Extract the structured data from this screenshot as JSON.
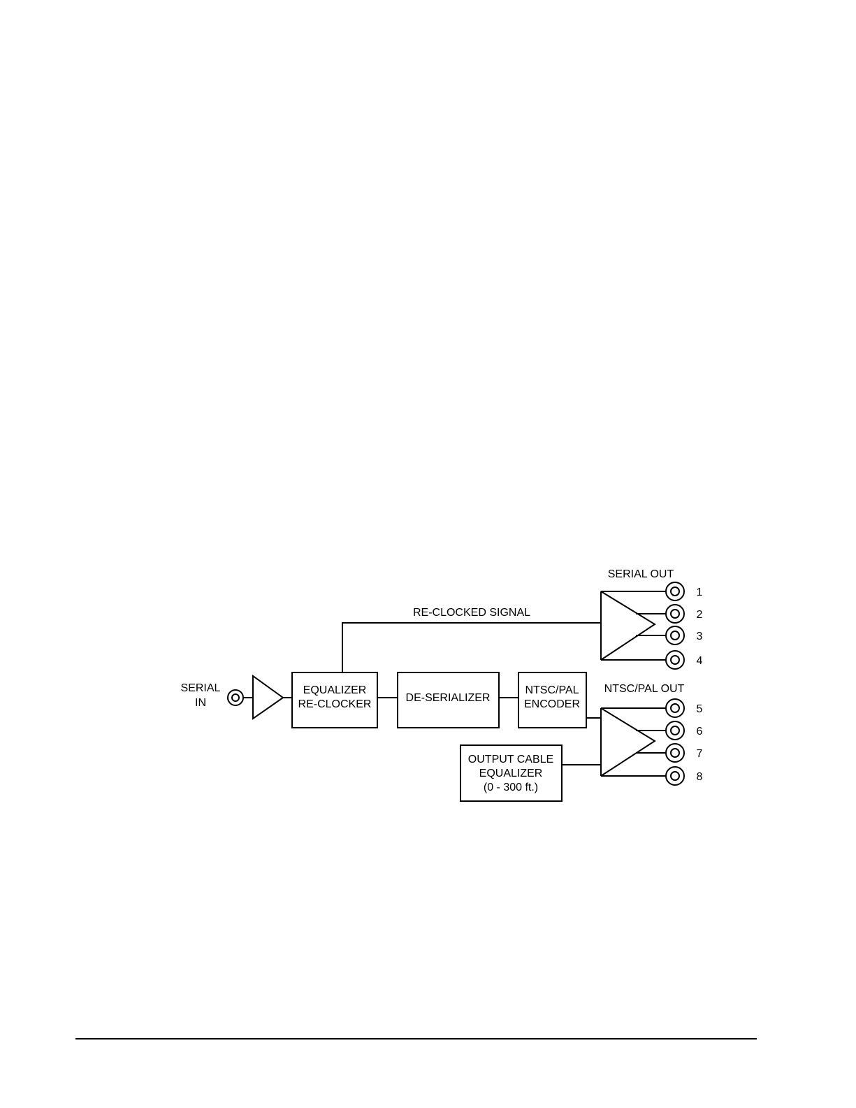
{
  "diagram": {
    "serial_in_label": [
      "SERIAL",
      "IN"
    ],
    "blocks": {
      "equalizer": [
        "EQUALIZER",
        "RE-CLOCKER"
      ],
      "deserializer": [
        "DE-SERIALIZER"
      ],
      "encoder": [
        "NTSC/PAL",
        "ENCODER"
      ],
      "cable_eq": [
        "OUTPUT CABLE",
        "EQUALIZER",
        "(0 - 300 ft.)"
      ]
    },
    "reclocked_label": "RE-CLOCKED SIGNAL",
    "serial_out_label": "SERIAL OUT",
    "ntsc_out_label": "NTSC/PAL OUT",
    "serial_out_numbers": [
      "1",
      "2",
      "3",
      "4"
    ],
    "ntsc_out_numbers": [
      "5",
      "6",
      "7",
      "8"
    ]
  }
}
